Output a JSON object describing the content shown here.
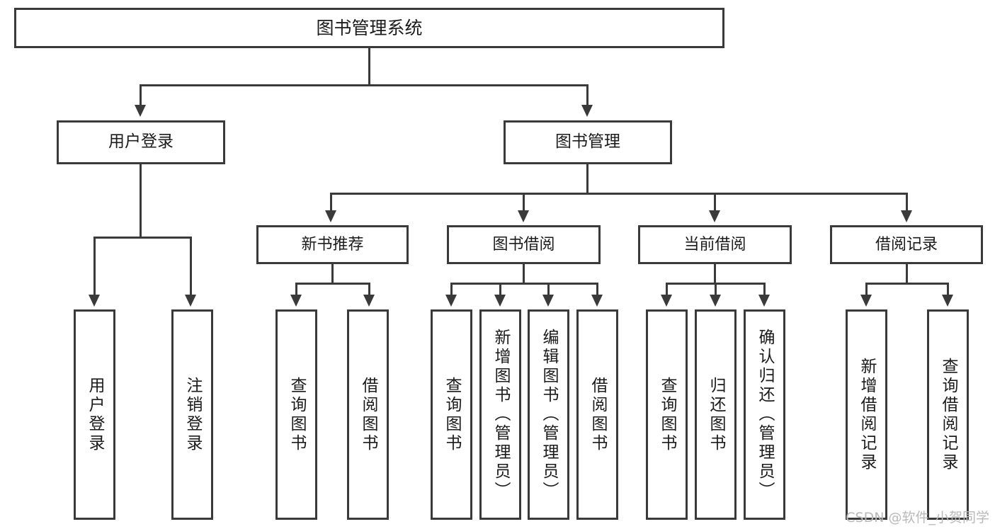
{
  "diagram": {
    "title": "图书管理系统",
    "watermark": "CSDN @软件_小贺同学",
    "type": "tree-hierarchy-chart",
    "colors": {
      "stroke": "#3a3a3a",
      "fill": "#ffffff",
      "text": "#1b1b1b",
      "watermark": "#b9b9b9"
    },
    "root": {
      "label": "图书管理系统"
    },
    "level1": [
      {
        "label": "用户登录"
      },
      {
        "label": "图书管理"
      }
    ],
    "level2": [
      {
        "label": "新书推荐"
      },
      {
        "label": "图书借阅"
      },
      {
        "label": "当前借阅"
      },
      {
        "label": "借阅记录"
      }
    ],
    "leaves": {
      "user_login": [
        {
          "label": "用户登录"
        },
        {
          "label": "注销登录"
        }
      ],
      "new_book_recommend": [
        {
          "label": "查询图书"
        },
        {
          "label": "借阅图书"
        }
      ],
      "book_borrow": [
        {
          "label": "查询图书"
        },
        {
          "label": "新增图书（管理员）"
        },
        {
          "label": "编辑图书（管理员）"
        },
        {
          "label": "借阅图书"
        }
      ],
      "current_borrow": [
        {
          "label": "查询图书"
        },
        {
          "label": "归还图书"
        },
        {
          "label": "确认归还（管理员）"
        }
      ],
      "borrow_record": [
        {
          "label": "新增借阅记录"
        },
        {
          "label": "查询借阅记录"
        }
      ]
    }
  }
}
